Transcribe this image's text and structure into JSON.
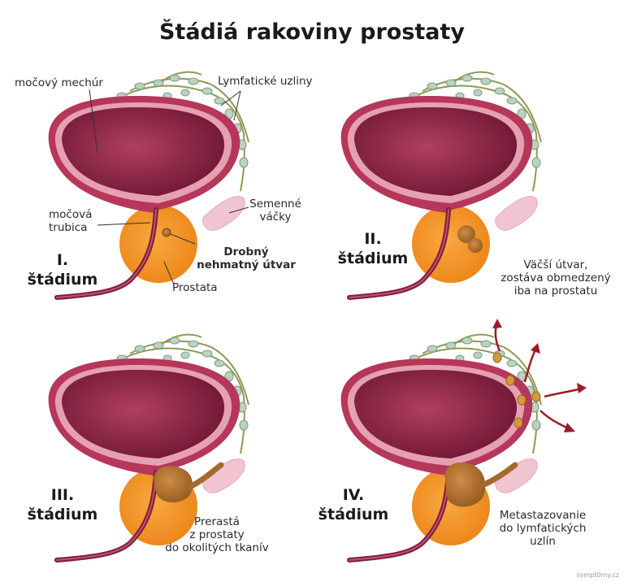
{
  "title": "Štádiá rakoviny prostaty",
  "labels": {
    "bladder": "močový mechúr",
    "lymph_nodes": "Lymfatické uzliny",
    "seminal_line1": "Semenné",
    "seminal_line2": "váčky",
    "urethra_line1": "močová",
    "urethra_line2": "trubica",
    "tumor_line1": "Drobný",
    "tumor_line2": "nehmatný útvar",
    "prostate": "Prostata"
  },
  "stages": [
    {
      "num": "I.",
      "word": "štádium",
      "desc": []
    },
    {
      "num": "II.",
      "word": "štádium",
      "desc": [
        "Väčší útvar,",
        "zostáva obmedzený",
        "iba na prostatu"
      ]
    },
    {
      "num": "III.",
      "word": "štádium",
      "desc": [
        "Prerastá",
        "z prostaty",
        "do okolitých tkanív"
      ]
    },
    {
      "num": "IV.",
      "word": "štádium",
      "desc": [
        "Metastazovanie",
        "do lymfatických",
        "uzlín"
      ]
    }
  ],
  "watermark": "sympt0my.cz",
  "colors": {
    "bladder_outer": "#b5375a",
    "bladder_inner": "#7e1e3c",
    "prostate": "#f3901f",
    "tumor": "#b8772e",
    "lymph_node": "#b9d3be",
    "vessel": "#8d9a55",
    "seminal": "#f1c4d1",
    "arrow": "#9b1b2a"
  }
}
